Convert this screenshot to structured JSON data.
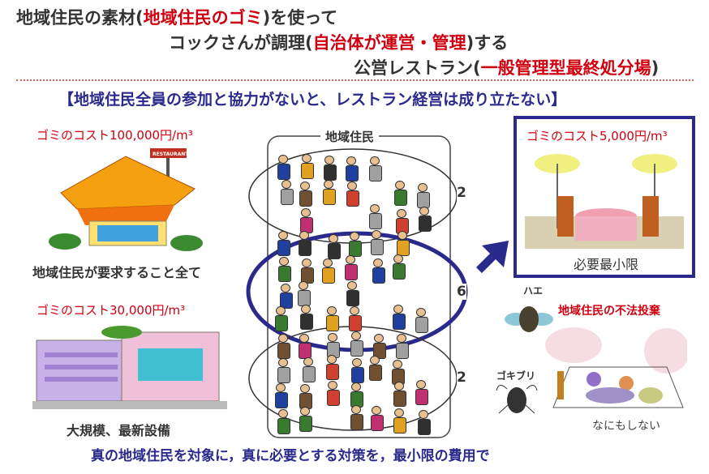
{
  "title": {
    "line1": {
      "pre": "地域住民の素材(",
      "red": "地域住民のゴミ",
      "post": ")を使って"
    },
    "line2": {
      "pre": "コックさんが調理(",
      "red": "自治体が運営・管理",
      "post": ")する"
    },
    "line3": {
      "pre": "公営レストラン(",
      "red": "一般管理型最終処分場",
      "post": ")"
    }
  },
  "subtitle": "【地域住民全員の参加と協力がないと、レストラン経営は成り立たない】",
  "left": {
    "top_cost": "ゴミのコスト100,000円/m³",
    "top_caption": "地域住民が要求すること全て",
    "sign": "RESTAURANT",
    "bottom_cost": "ゴミのコスト30,000円/m³",
    "bottom_caption": "大規模、最新設備"
  },
  "center": {
    "label": "地域住民",
    "groups": [
      "2",
      "6",
      "2"
    ]
  },
  "right": {
    "box_cost": "ゴミのコスト5,000円/m³",
    "box_caption": "必要最小限",
    "fly": "ハエ",
    "dumping": "地域住民の不法投棄",
    "cockroach": "ゴキブリ",
    "nothing": "なにもしない"
  },
  "footer": "真の地域住民を対象に，真に必要とする対策を，最小限の費用で",
  "colors": {
    "red": "#d00010",
    "navy": "#2a2a8c"
  }
}
